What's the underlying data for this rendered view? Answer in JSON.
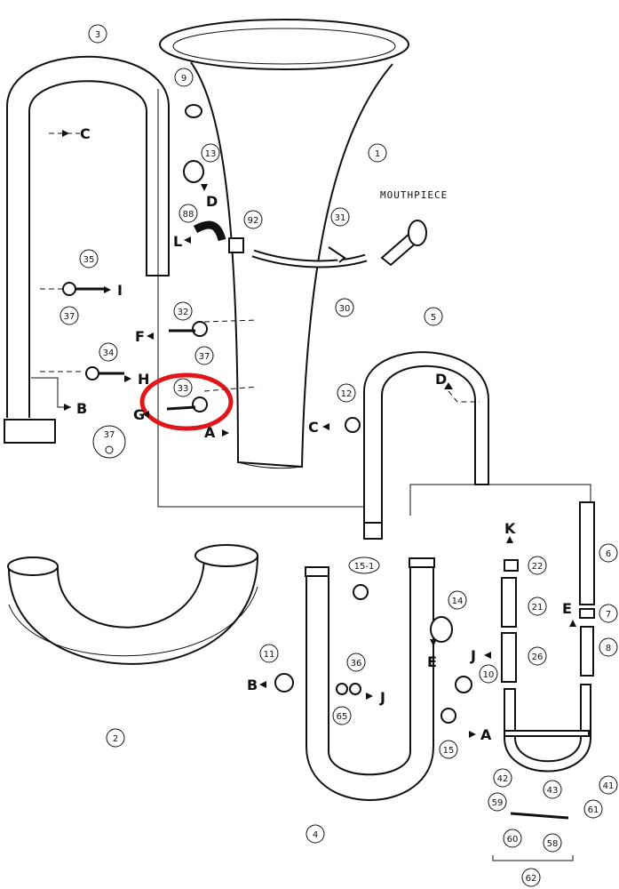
{
  "callouts": {
    "c1": "1",
    "c2": "2",
    "c3": "3",
    "c4": "4",
    "c5": "5",
    "c6": "6",
    "c7": "7",
    "c8": "8",
    "c9": "9",
    "c10": "10",
    "c11": "11",
    "c12": "12",
    "c13": "13",
    "c14": "14",
    "c15": "15",
    "c15_1": "15-1",
    "c21": "21",
    "c22": "22",
    "c26": "26",
    "c30": "30",
    "c31": "31",
    "c32": "32",
    "c33": "33",
    "c34": "34",
    "c35": "35",
    "c36": "36",
    "c37a": "37",
    "c37b": "37",
    "c37c": "37",
    "c41": "41",
    "c42": "42",
    "c43": "43",
    "c58": "58",
    "c59": "59",
    "c60": "60",
    "c61": "61",
    "c62": "62",
    "c65": "65",
    "c88": "88",
    "c92": "92"
  },
  "letters": {
    "C1": "C",
    "D1": "D",
    "L": "L",
    "I": "I",
    "F": "F",
    "H": "H",
    "B1": "B",
    "G": "G",
    "A1": "A",
    "C2": "C",
    "D2": "D",
    "K": "K",
    "E1": "E",
    "J1": "J",
    "J2": "J",
    "B2": "B",
    "E2": "E",
    "A2": "A"
  },
  "labels": {
    "mouthpiece": "MOUTHPIECE"
  },
  "highlight": {
    "color": "#e0161b",
    "target": "33"
  }
}
